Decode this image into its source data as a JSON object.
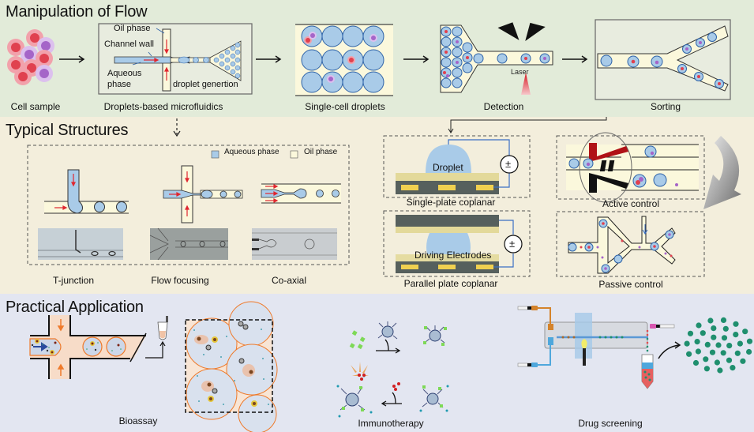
{
  "sections": {
    "flow": {
      "title": "Manipulation of Flow",
      "steps": [
        {
          "label": "Cell sample"
        },
        {
          "label": "Droplets-based microfluidics"
        },
        {
          "label": "Single-cell droplets"
        },
        {
          "label": "Detection"
        },
        {
          "label": "Sorting"
        }
      ],
      "microfluidics_annotations": {
        "oil_phase": "Oil phase",
        "channel_wall": "Channel wall",
        "aqueous_1": "Aqueous",
        "aqueous_2": "phase",
        "droplet_generation": "droplet genertion"
      },
      "detection_annotation": "Laser"
    },
    "structures": {
      "title": "Typical Structures",
      "legend": [
        {
          "label": "Aqueous phase",
          "color": "#a9cbe8"
        },
        {
          "label": "Oil phase",
          "color": "#fbf8dc"
        }
      ],
      "types": [
        {
          "label": "T-junction"
        },
        {
          "label": "Flow focusing"
        },
        {
          "label": "Co-axial"
        }
      ],
      "electrowetting": {
        "single_plate_label": "Single-plate coplanar",
        "droplet_label": "Droplet",
        "parallel_plate_label": "Parallel plate coplanar",
        "driving_label": "Driving Electrodes",
        "power_symbol": "±"
      },
      "control": {
        "active_label": "Active control",
        "passive_label": "Passive control"
      }
    },
    "application": {
      "title": "Practical Application",
      "items": [
        {
          "label": "Bioassay"
        },
        {
          "label": "Immunotherapy"
        },
        {
          "label": "Drug screening"
        }
      ]
    }
  },
  "colors": {
    "flow_bg": "#e2ebd9",
    "struct_bg": "#f3eedc",
    "app_bg": "#e3e6f1",
    "droplet_blue": "#a9cbe8",
    "droplet_edge": "#2f63a8",
    "oil": "#fbf8dc",
    "cell_red": "#e0414f",
    "cell_purple": "#a565c8",
    "arrow_red": "#e0262f",
    "electrode_dark": "#56605d",
    "electrode_gold": "#f0d050",
    "dielectric": "#e3d99a",
    "orange": "#ef7a2a",
    "teal_green": "#1f8f6e"
  }
}
